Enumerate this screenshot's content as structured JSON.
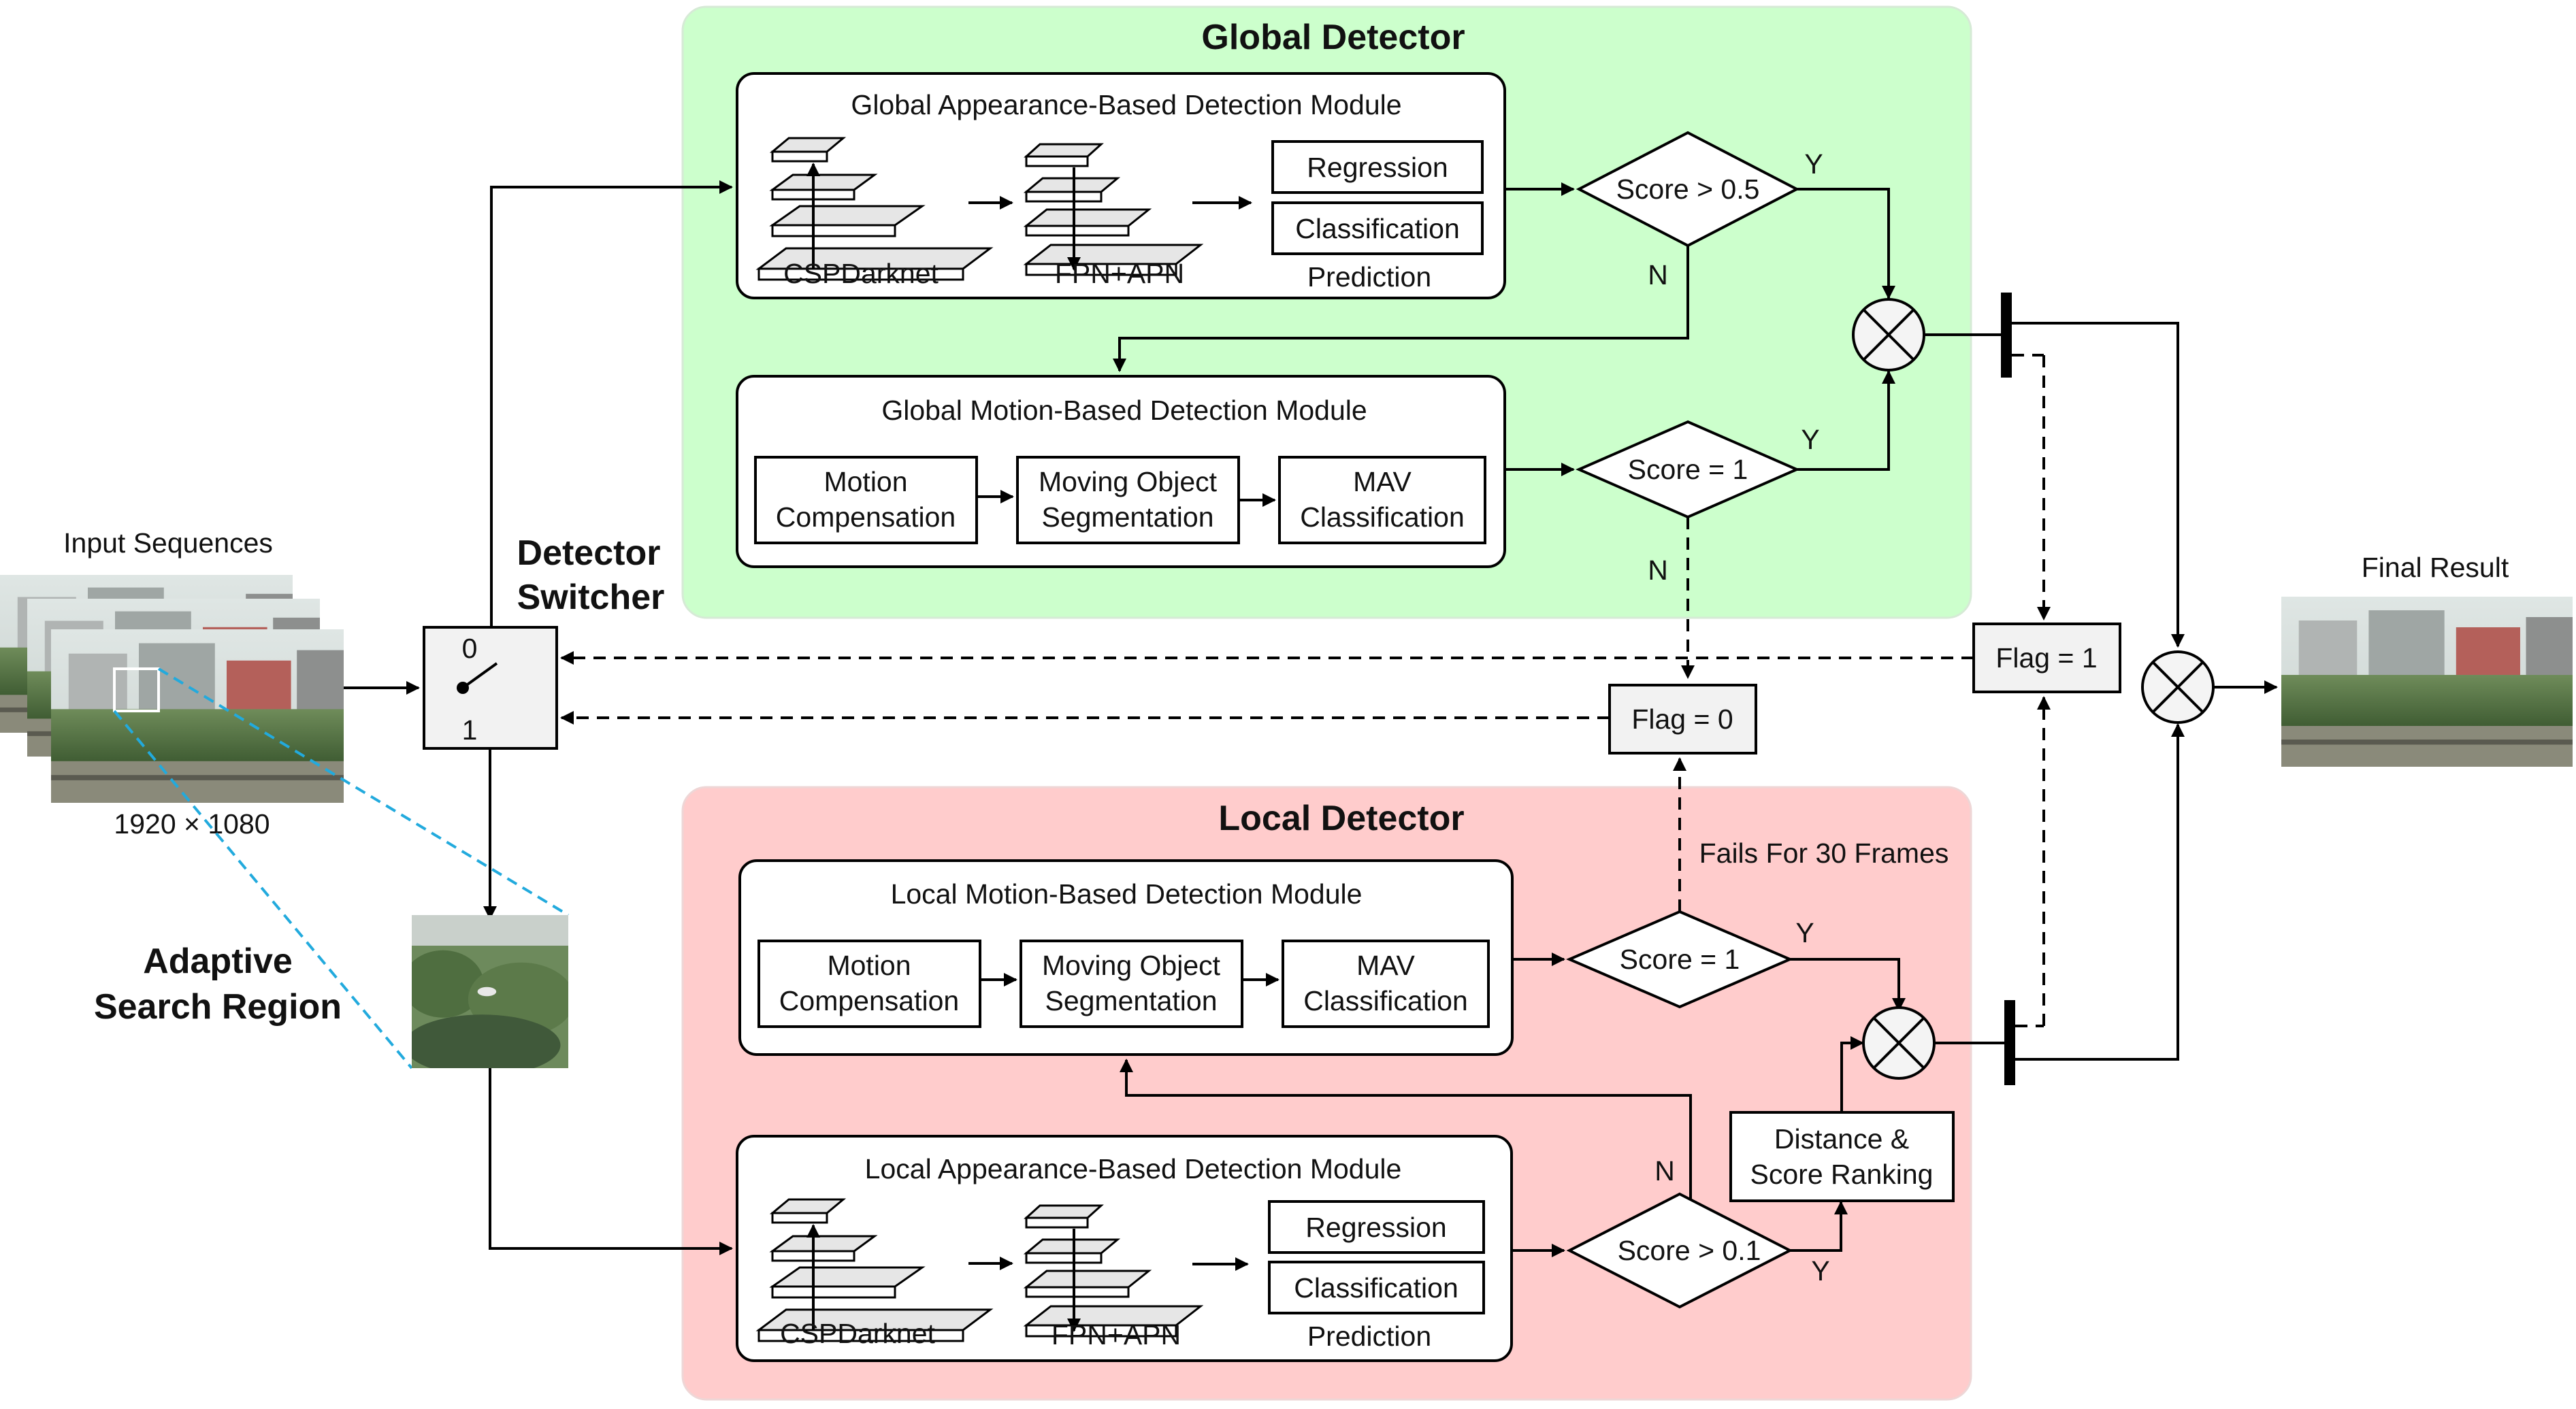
{
  "global_detector": {
    "title": "Global Detector",
    "color": "#ccffcc",
    "appearance_module": {
      "title": "Global Appearance-Based Detection Module",
      "backbone": "CSPDarknet",
      "neck": "FPN+APN",
      "head_top": "Regression",
      "head_bottom": "Classification",
      "head_caption": "Prediction"
    },
    "motion_module": {
      "title": "Global Motion-Based Detection Module",
      "step1": [
        "Motion",
        "Compensation"
      ],
      "step2": [
        "Moving Object",
        "Segmentation"
      ],
      "step3": [
        "MAV",
        "Classification"
      ]
    },
    "decision_score": "Score > 0.5",
    "decision_motion": "Score = 1"
  },
  "local_detector": {
    "title": "Local Detector",
    "color": "#ffcccc",
    "motion_module": {
      "title": "Local Motion-Based Detection Module",
      "step1": [
        "Motion",
        "Compensation"
      ],
      "step2": [
        "Moving Object",
        "Segmentation"
      ],
      "step3": [
        "MAV",
        "Classification"
      ]
    },
    "appearance_module": {
      "title": "Local Appearance-Based Detection Module",
      "backbone": "CSPDarknet",
      "neck": "FPN+APN",
      "head_top": "Regression",
      "head_bottom": "Classification",
      "head_caption": "Prediction"
    },
    "decision_motion": "Score = 1",
    "decision_score": "Score > 0.1",
    "ranking": [
      "Distance &",
      "Score Ranking"
    ]
  },
  "switcher": {
    "title": [
      "Detector",
      "Switcher"
    ],
    "pos0": "0",
    "pos1": "1"
  },
  "flags": {
    "flag1": "Flag = 1",
    "flag0": "Flag = 0"
  },
  "edge_labels": {
    "yes": "Y",
    "no": "N",
    "fails": "Fails For 30 Frames"
  },
  "input": {
    "title": "Input Sequences",
    "resolution": "1920 × 1080"
  },
  "search_region": {
    "title": [
      "Adaptive",
      "Search Region"
    ],
    "accent_color": "#22aadd"
  },
  "output": {
    "title": "Final Result"
  }
}
